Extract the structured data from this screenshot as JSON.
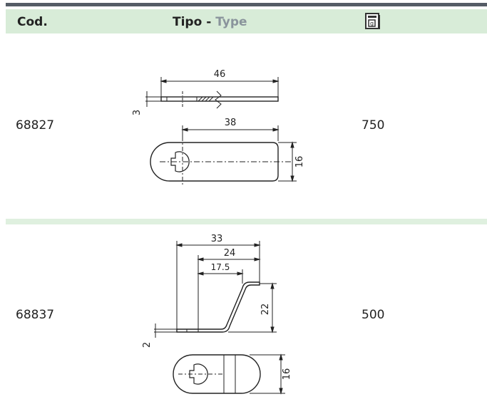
{
  "header": {
    "code_label": "Cod.",
    "type_label_it": "Tipo",
    "type_separator": " - ",
    "type_label_en": "Type",
    "weight_icon": "weight-scale-icon",
    "weight_icon_glyph": "g",
    "colors": {
      "header_bg": "#d8ecd8",
      "top_bar": "#555c66",
      "type_en": "#8a949c"
    }
  },
  "rows": [
    {
      "code": "68827",
      "weight": "750",
      "dims": {
        "total_length": "46",
        "thickness": "3",
        "hole_to_end": "38",
        "width": "16"
      }
    },
    {
      "code": "68837",
      "weight": "500",
      "dims": {
        "total_length": "33",
        "mid_length": "24",
        "bend_length": "17.5",
        "height": "22",
        "thickness": "2",
        "width": "16"
      }
    }
  ]
}
